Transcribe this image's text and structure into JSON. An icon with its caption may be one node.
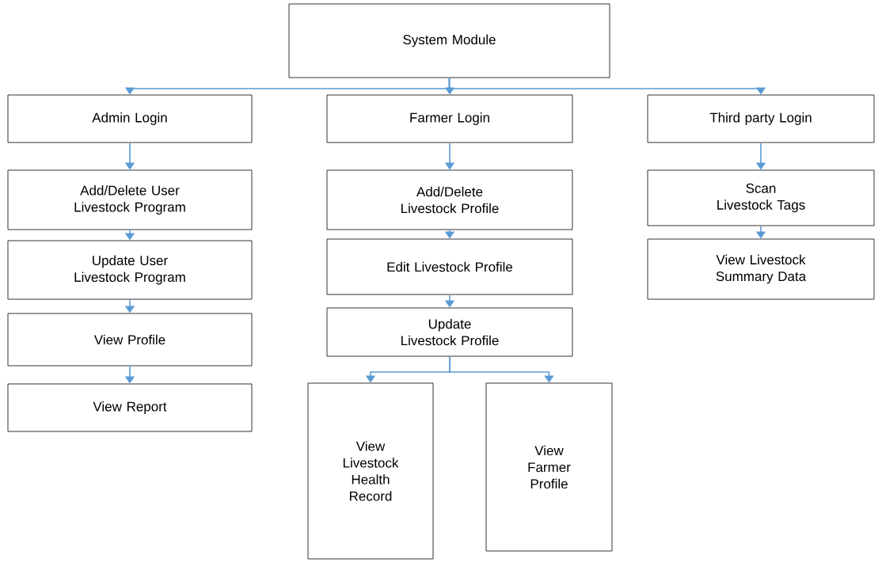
{
  "diagram": {
    "nodes": [
      {
        "text": [
          "System Module"
        ]
      },
      {
        "text": [
          "Admin Login"
        ]
      },
      {
        "text": [
          "Farmer Login"
        ]
      },
      {
        "text": [
          "Third party Login"
        ]
      },
      {
        "text": [
          "Add/Delete User Livestock Program"
        ]
      },
      {
        "text": [
          "Update User Livestock Program"
        ]
      },
      {
        "text": [
          "View Profile"
        ]
      },
      {
        "text": [
          "View Report"
        ]
      },
      {
        "text": [
          "Add/Delete Livestock Profile"
        ]
      },
      {
        "text": [
          "Edit Livestock Profile"
        ]
      },
      {
        "text": [
          "Update Livestock Profile"
        ]
      },
      {
        "text": [
          "View Livestock Health Record"
        ]
      },
      {
        "text": [
          "View Farmer Profile"
        ]
      },
      {
        "text": [
          "Scan Livestock Tags"
        ]
      },
      {
        "text": [
          "View Livestock Summary Data"
        ]
      }
    ],
    "edges": [
      {
        "from": 0,
        "to": 1,
        "arrow": "to"
      },
      {
        "from": 0,
        "to": 2,
        "arrow": "to"
      },
      {
        "from": 0,
        "to": 3,
        "arrow": "to"
      },
      {
        "from": 1,
        "to": 4,
        "arrow": "to"
      },
      {
        "from": 4,
        "to": 5,
        "arrow": "to"
      },
      {
        "from": 5,
        "to": 6,
        "arrow": "to"
      },
      {
        "from": 6,
        "to": 7,
        "arrow": "to"
      },
      {
        "from": 2,
        "to": 8,
        "arrow": "to"
      },
      {
        "from": 8,
        "to": 9,
        "arrow": "to"
      },
      {
        "from": 9,
        "to": 10,
        "arrow": "to"
      },
      {
        "from": 10,
        "to": 11,
        "arrow": "to"
      },
      {
        "from": 10,
        "to": 12,
        "arrow": "to"
      },
      {
        "from": 3,
        "to": 13,
        "arrow": "to"
      },
      {
        "from": 13,
        "to": 14,
        "arrow": "to"
      }
    ]
  }
}
